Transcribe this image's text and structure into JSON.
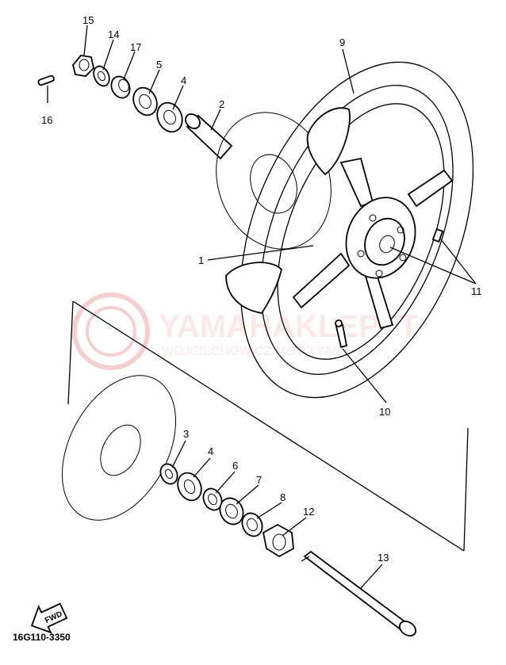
{
  "callouts": {
    "c15": "15",
    "c14": "14",
    "c17": "17",
    "c5": "5",
    "c4a": "4",
    "c2": "2",
    "c16": "16",
    "c9": "9",
    "c1": "1",
    "c11": "11",
    "c10": "10",
    "c3": "3",
    "c4b": "4",
    "c6": "6",
    "c7": "7",
    "c8": "8",
    "c12": "12",
    "c13": "13"
  },
  "watermark": {
    "main": "YAMAHAKLEPTT",
    "sub": "WOJCIECHOWICZ MOTO YAMAHA"
  },
  "fwd_label": "FWD",
  "diagram_code": "16G110-3350"
}
